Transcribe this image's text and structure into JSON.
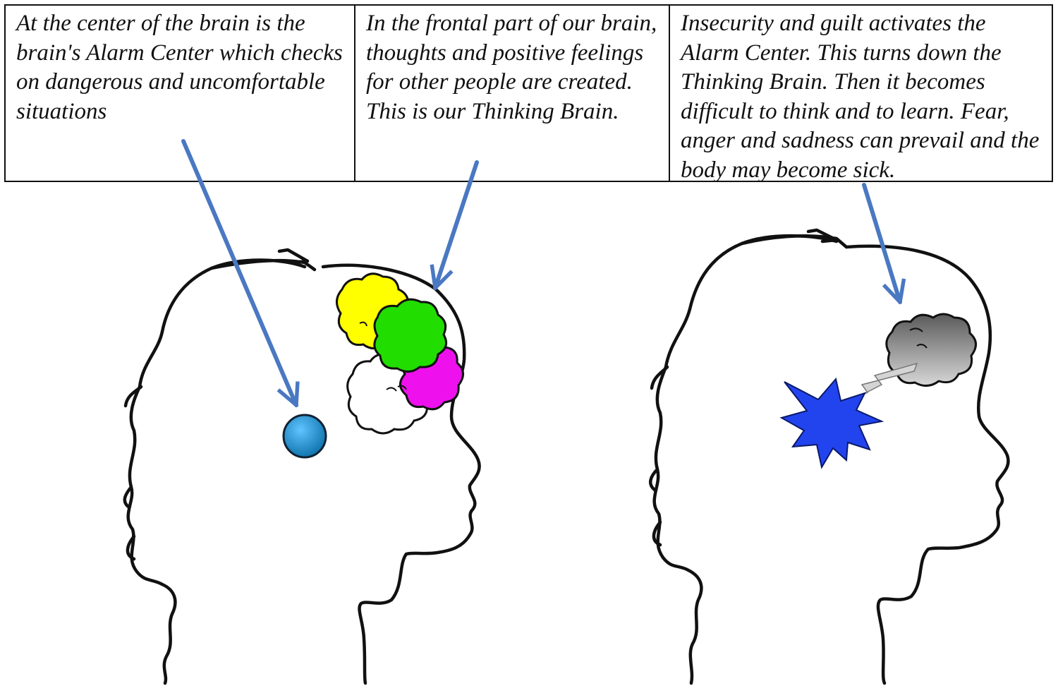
{
  "captions": {
    "alarm_center": "At the center of the brain is the brain's Alarm Center which checks on dangerous and uncomfortable situations",
    "thinking_brain": "In the frontal part of our brain, thoughts and positive feelings for other people are created. This is our Thinking Brain.",
    "insecurity_effect": "Insecurity and guilt activates the Alarm Center. This turns down the Thinking Brain. Then it becomes difficult to think and to learn. Fear, anger and sadness can prevail and the body may become sick."
  },
  "colors": {
    "arrow": "#4a78c2",
    "alarm_center": "#1a8fd0",
    "thought_yellow": "#ffff00",
    "thought_green": "#22dd00",
    "thought_magenta": "#ee11ee",
    "thought_white": "#ffffff",
    "thought_gray": "#777777",
    "burst": "#2244ee",
    "outline": "#111111"
  }
}
